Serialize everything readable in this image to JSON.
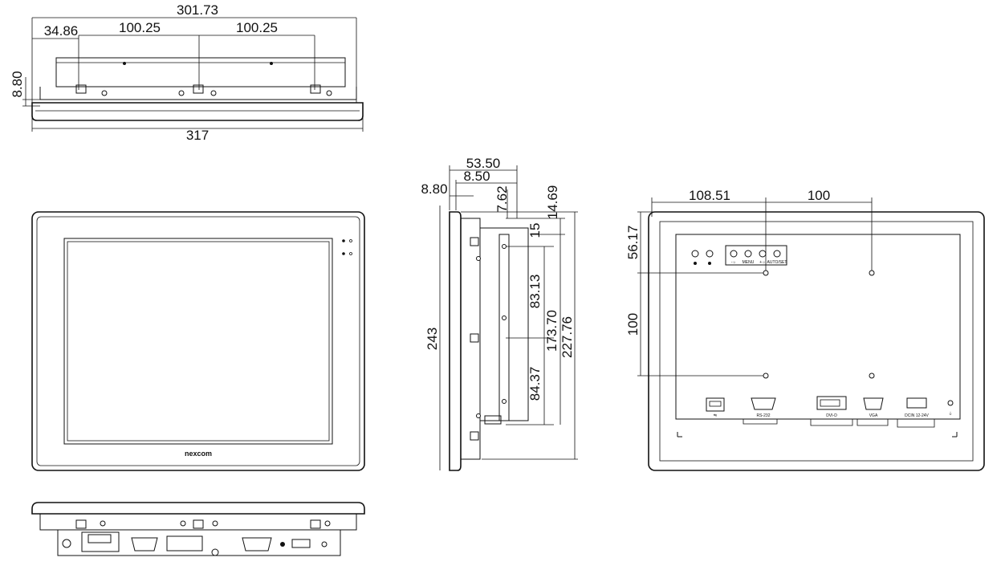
{
  "dimensions": {
    "top_overall": "301.73",
    "top_offset": "34.86",
    "top_spacing_1": "100.25",
    "top_spacing_2": "100.25",
    "top_depth": "8.80",
    "top_width": "317",
    "side_total_depth": "53.50",
    "side_bezel_depth": "8.50",
    "side_front": "8.80",
    "side_bracket": "7.62",
    "side_top_offset": "14.69",
    "side_small": "15",
    "side_upper_spacing": "83.13",
    "side_lower_spacing": "84.37",
    "side_mount_span": "173.70",
    "side_body_height": "227.76",
    "side_overall_height": "243",
    "rear_offset_x": "108.51",
    "rear_spacing_x": "100",
    "rear_offset_y": "56.17",
    "rear_spacing_y": "100"
  },
  "front": {
    "brand": "nexcom"
  },
  "rear_panel": {
    "buttons": [
      "MENU",
      "AUTO/SET"
    ],
    "ports": [
      "RS-232",
      "DVI-D",
      "VGA",
      "DCIN 12-24V"
    ]
  },
  "colors": {
    "line": "#111111",
    "background": "#ffffff"
  },
  "icons": [
    "usb-icon",
    "power-icon",
    "led-icon",
    "ground-icon",
    "brightness-icon"
  ]
}
